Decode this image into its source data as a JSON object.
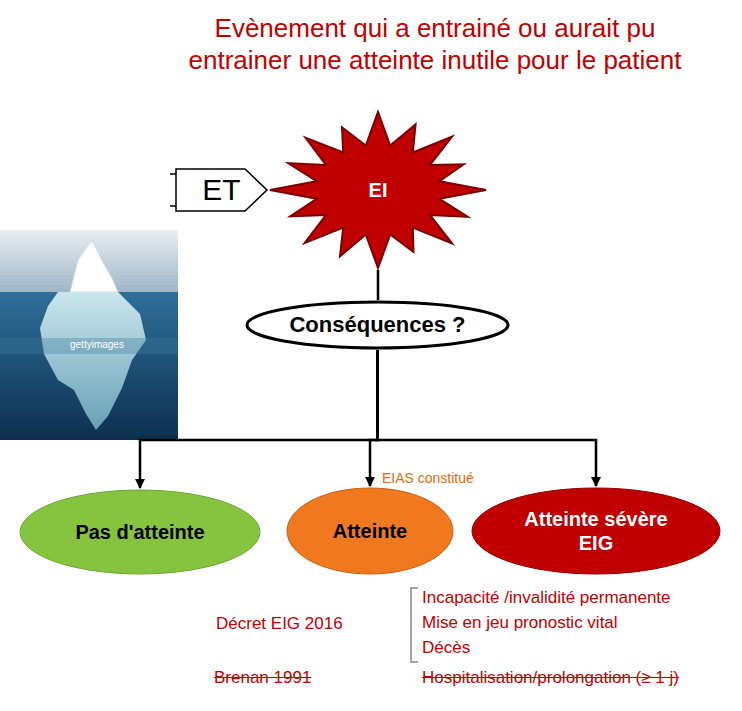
{
  "diagram": {
    "title": "Evènement qui a entrainé ou aurait pu entrainer une atteinte inutile pour le patient",
    "nodes": [
      {
        "text": [
          "ET"
        ]
      },
      {
        "text": [
          "EI"
        ]
      },
      {
        "text": [
          "Conséquences ?"
        ]
      },
      {
        "text": [
          "Pas d'atteinte"
        ]
      },
      {
        "text": [
          "Atteinte"
        ]
      },
      {
        "text": [
          "Atteinte sévère EIG"
        ]
      }
    ],
    "edges": [
      {
        "from": 0,
        "to": 1,
        "arrow": "none"
      },
      {
        "from": 1,
        "to": 2,
        "arrow": "none"
      },
      {
        "from": 2,
        "to": 3,
        "arrow": "to"
      },
      {
        "from": 2,
        "to": 4,
        "arrow": "to"
      },
      {
        "from": 2,
        "to": 5,
        "arrow": "to"
      }
    ],
    "labels": [
      "gettyimages",
      "EIAS constitué",
      "Décret EIG 2016",
      "Incapacité /invalidité permanente",
      "Mise en jeu pronostic vital",
      "Décès",
      "Brenan 1991",
      "Hospitalisation/prolongation (≥ 1 j)"
    ]
  }
}
